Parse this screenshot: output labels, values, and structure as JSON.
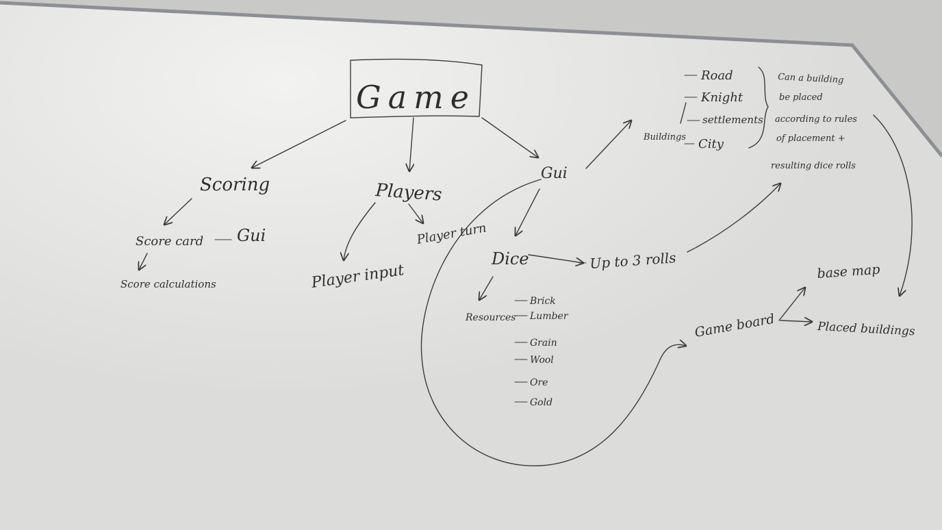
{
  "nodes": {
    "game": "Game",
    "scoring": "Scoring",
    "score_card": "Score card",
    "gui_scoring": "Gui",
    "score_calculations": "Score calculations",
    "players": "Players",
    "player_input": "Player input",
    "player_turn": "Player turn",
    "gui": "Gui",
    "dice": "Dice",
    "up_to_3_rolls": "Up to 3 rolls",
    "resources": "Resources",
    "buildings": "Buildings",
    "game_board": "Game board",
    "base_map": "base map",
    "placed_buildings": "Placed buildings"
  },
  "resource_items": [
    "Brick",
    "Lumber",
    "Grain",
    "Wool",
    "Ore",
    "Gold"
  ],
  "building_items": [
    "Road",
    "Knight",
    "settlements",
    "City"
  ],
  "note_lines": [
    "Can a building",
    "be placed",
    "according to rules",
    "of placement +",
    "resulting dice rolls"
  ],
  "colors": {
    "whiteboard": "#e8e8e6",
    "marker": "#2e2e30",
    "frame": "#8c8f93"
  }
}
